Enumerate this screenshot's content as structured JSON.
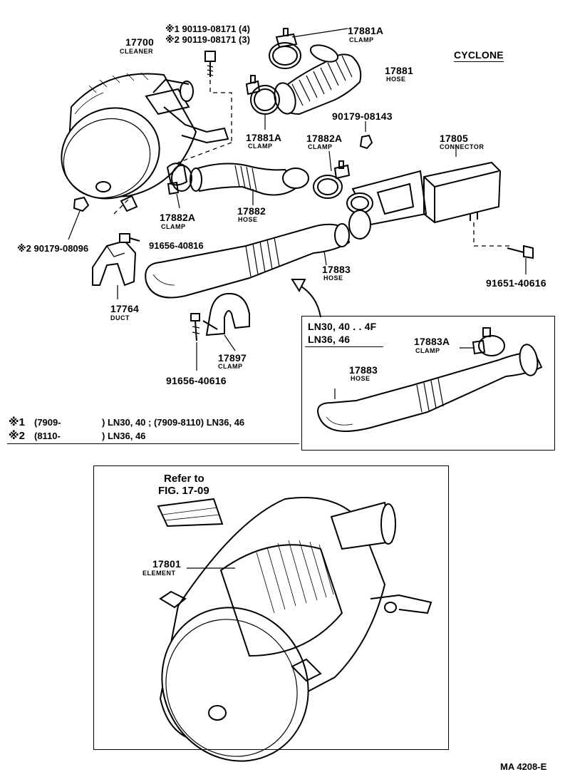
{
  "title": "CYCLONE",
  "footer_code": "MA 4208-E",
  "callouts": {
    "cleaner": {
      "number": "17700",
      "name": "CLEANER"
    },
    "bolt_note_1": "※1 90119-08171 (4)",
    "bolt_note_2": "※2 90119-08171 (3)",
    "clamp_top": {
      "number": "17881A",
      "name": "CLAMP"
    },
    "hose_top": {
      "number": "17881",
      "name": "HOSE"
    },
    "clamp_mid": {
      "number": "17881A",
      "name": "CLAMP"
    },
    "nut_top": "90179-08143",
    "clamp_2a": {
      "number": "17882A",
      "name": "CLAMP"
    },
    "connector": {
      "number": "17805",
      "name": "CONNECTOR"
    },
    "clamp_2a_lower": {
      "number": "17882A",
      "name": "CLAMP"
    },
    "hose_2": {
      "number": "17882",
      "name": "HOSE"
    },
    "nut_left": "※2 90179-08096",
    "bolt_91656_40816": "91656-40816",
    "hose_3": {
      "number": "17883",
      "name": "HOSE"
    },
    "bolt_91651_40616": "91651-40616",
    "duct": {
      "number": "17764",
      "name": "DUCT"
    },
    "clamp_17897": {
      "number": "17897",
      "name": "CLAMP"
    },
    "bolt_91656_40616": "91656-40616"
  },
  "inset_variant": {
    "models_line1": "LN30, 40 . . 4F",
    "models_line2": "LN36, 46",
    "clamp": {
      "number": "17883A",
      "name": "CLAMP"
    },
    "hose": {
      "number": "17883",
      "name": "HOSE"
    }
  },
  "footnotes": [
    {
      "mark": "※1",
      "date_range": "(7909-",
      "models": ") LN30, 40 ; (7909-8110) LN36, 46"
    },
    {
      "mark": "※2",
      "date_range": "(8110-",
      "models": ") LN36, 46"
    }
  ],
  "detail": {
    "refer_line1": "Refer to",
    "refer_line2": "FIG. 17-09",
    "element": {
      "number": "17801",
      "name": "ELEMENT"
    }
  }
}
